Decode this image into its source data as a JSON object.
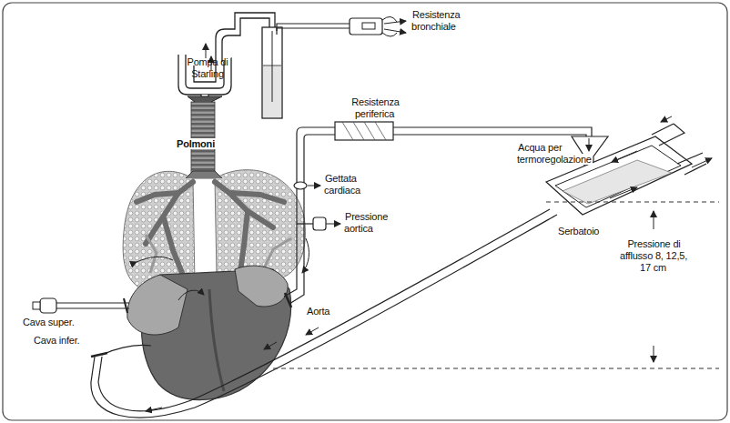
{
  "diagram": {
    "labels": [
      "Pompa di Starling",
      "Resistenza bronchiale",
      "Polmoni",
      "Resistenza periferica",
      "Gettata cardiaca",
      "Pressione aortica",
      "Acqua per termoregolazione",
      "Serbatoio",
      "Pressione di afflusso 8, 12,5, 17 cm",
      "Cava super.",
      "Cava infer.",
      "Aorta"
    ]
  }
}
